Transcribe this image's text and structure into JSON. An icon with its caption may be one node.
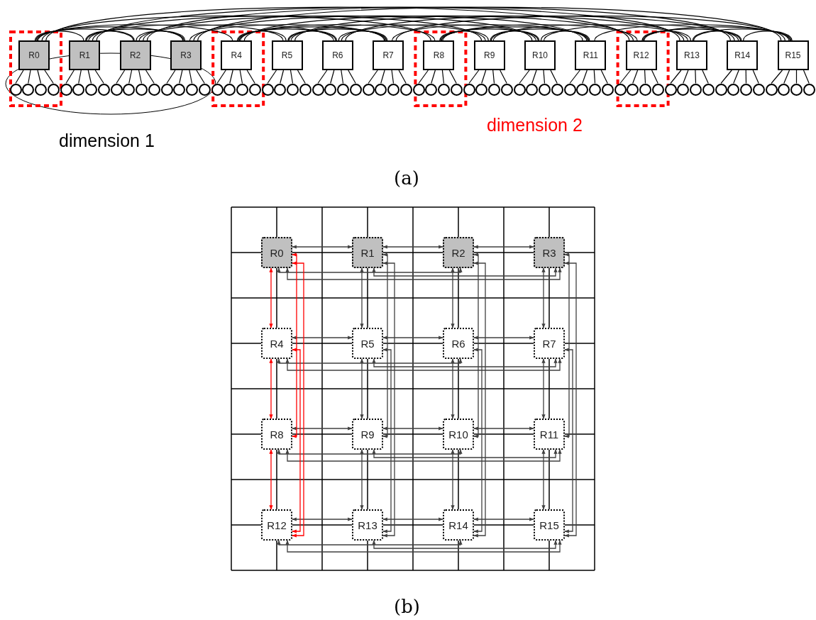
{
  "diagram": {
    "nodes": [
      {
        "text": [
          "R0"
        ]
      },
      {
        "text": [
          "R1"
        ]
      },
      {
        "text": [
          "R2"
        ]
      },
      {
        "text": [
          "R3"
        ]
      },
      {
        "text": [
          "R4"
        ]
      },
      {
        "text": [
          "R5"
        ]
      },
      {
        "text": [
          "R6"
        ]
      },
      {
        "text": [
          "R7"
        ]
      },
      {
        "text": [
          "R8"
        ]
      },
      {
        "text": [
          "R9"
        ]
      },
      {
        "text": [
          "R10"
        ]
      },
      {
        "text": [
          "R11"
        ]
      },
      {
        "text": [
          "R12"
        ]
      },
      {
        "text": [
          "R13"
        ]
      },
      {
        "text": [
          "R14"
        ]
      },
      {
        "text": [
          "R15"
        ]
      },
      {
        "text": [],
        "shape": "circle"
      },
      {
        "text": [],
        "shape": "circle"
      },
      {
        "text": [],
        "shape": "circle"
      },
      {
        "text": [],
        "shape": "circle"
      },
      {
        "text": [],
        "shape": "circle"
      },
      {
        "text": [],
        "shape": "circle"
      },
      {
        "text": [],
        "shape": "circle"
      },
      {
        "text": [],
        "shape": "circle"
      },
      {
        "text": [],
        "shape": "circle"
      },
      {
        "text": [],
        "shape": "circle"
      },
      {
        "text": [],
        "shape": "circle"
      },
      {
        "text": [],
        "shape": "circle"
      },
      {
        "text": [],
        "shape": "circle"
      },
      {
        "text": [],
        "shape": "circle"
      },
      {
        "text": [],
        "shape": "circle"
      },
      {
        "text": [],
        "shape": "circle"
      },
      {
        "text": [],
        "shape": "circle"
      },
      {
        "text": [],
        "shape": "circle"
      },
      {
        "text": [],
        "shape": "circle"
      },
      {
        "text": [],
        "shape": "circle"
      },
      {
        "text": [],
        "shape": "circle"
      },
      {
        "text": [],
        "shape": "circle"
      },
      {
        "text": [],
        "shape": "circle"
      },
      {
        "text": [],
        "shape": "circle"
      },
      {
        "text": [],
        "shape": "circle"
      },
      {
        "text": [],
        "shape": "circle"
      },
      {
        "text": [],
        "shape": "circle"
      },
      {
        "text": [],
        "shape": "circle"
      },
      {
        "text": [],
        "shape": "circle"
      },
      {
        "text": [],
        "shape": "circle"
      },
      {
        "text": [],
        "shape": "circle"
      },
      {
        "text": [],
        "shape": "circle"
      },
      {
        "text": [],
        "shape": "circle"
      },
      {
        "text": [],
        "shape": "circle"
      },
      {
        "text": [],
        "shape": "circle"
      },
      {
        "text": [],
        "shape": "circle"
      },
      {
        "text": [],
        "shape": "circle"
      },
      {
        "text": [],
        "shape": "circle"
      },
      {
        "text": [],
        "shape": "circle"
      },
      {
        "text": [],
        "shape": "circle"
      },
      {
        "text": [],
        "shape": "circle"
      },
      {
        "text": [],
        "shape": "circle"
      },
      {
        "text": [],
        "shape": "circle"
      },
      {
        "text": [],
        "shape": "circle"
      },
      {
        "text": [],
        "shape": "circle"
      },
      {
        "text": [],
        "shape": "circle"
      },
      {
        "text": [],
        "shape": "circle"
      },
      {
        "text": [],
        "shape": "circle"
      },
      {
        "text": [],
        "shape": "circle"
      },
      {
        "text": [],
        "shape": "circle"
      },
      {
        "text": [],
        "shape": "circle"
      },
      {
        "text": [],
        "shape": "circle"
      },
      {
        "text": [],
        "shape": "circle"
      },
      {
        "text": [],
        "shape": "circle"
      },
      {
        "text": [],
        "shape": "circle"
      },
      {
        "text": [],
        "shape": "circle"
      },
      {
        "text": [],
        "shape": "circle"
      },
      {
        "text": [],
        "shape": "circle"
      },
      {
        "text": [],
        "shape": "circle"
      },
      {
        "text": [],
        "shape": "circle"
      },
      {
        "text": [],
        "shape": "circle"
      },
      {
        "text": [],
        "shape": "circle"
      },
      {
        "text": [],
        "shape": "circle"
      },
      {
        "text": [],
        "shape": "circle"
      },
      {
        "text": [
          "R0"
        ]
      },
      {
        "text": [
          "R1"
        ]
      },
      {
        "text": [
          "R2"
        ]
      },
      {
        "text": [
          "R3"
        ]
      },
      {
        "text": [
          "R4"
        ]
      },
      {
        "text": [
          "R5"
        ]
      },
      {
        "text": [
          "R6"
        ]
      },
      {
        "text": [
          "R7"
        ]
      },
      {
        "text": [
          "R8"
        ]
      },
      {
        "text": [
          "R9"
        ]
      },
      {
        "text": [
          "R10"
        ]
      },
      {
        "text": [
          "R11"
        ]
      },
      {
        "text": [
          "R12"
        ]
      },
      {
        "text": [
          "R13"
        ]
      },
      {
        "text": [
          "R14"
        ]
      },
      {
        "text": [
          "R15"
        ]
      }
    ],
    "edges": [
      {
        "from": 0,
        "to": 1,
        "arrow": "none"
      },
      {
        "from": 0,
        "to": 2,
        "arrow": "none"
      },
      {
        "from": 0,
        "to": 3,
        "arrow": "none"
      },
      {
        "from": 1,
        "to": 2,
        "arrow": "none"
      },
      {
        "from": 1,
        "to": 3,
        "arrow": "none"
      },
      {
        "from": 2,
        "to": 3,
        "arrow": "none"
      },
      {
        "from": 4,
        "to": 5,
        "arrow": "none"
      },
      {
        "from": 4,
        "to": 6,
        "arrow": "none"
      },
      {
        "from": 4,
        "to": 7,
        "arrow": "none"
      },
      {
        "from": 5,
        "to": 6,
        "arrow": "none"
      },
      {
        "from": 5,
        "to": 7,
        "arrow": "none"
      },
      {
        "from": 6,
        "to": 7,
        "arrow": "none"
      },
      {
        "from": 8,
        "to": 9,
        "arrow": "none"
      },
      {
        "from": 8,
        "to": 10,
        "arrow": "none"
      },
      {
        "from": 8,
        "to": 11,
        "arrow": "none"
      },
      {
        "from": 9,
        "to": 10,
        "arrow": "none"
      },
      {
        "from": 9,
        "to": 11,
        "arrow": "none"
      },
      {
        "from": 10,
        "to": 11,
        "arrow": "none"
      },
      {
        "from": 12,
        "to": 13,
        "arrow": "none"
      },
      {
        "from": 12,
        "to": 14,
        "arrow": "none"
      },
      {
        "from": 12,
        "to": 15,
        "arrow": "none"
      },
      {
        "from": 13,
        "to": 14,
        "arrow": "none"
      },
      {
        "from": 13,
        "to": 15,
        "arrow": "none"
      },
      {
        "from": 14,
        "to": 15,
        "arrow": "none"
      },
      {
        "from": 0,
        "to": 4,
        "arrow": "none"
      },
      {
        "from": 0,
        "to": 8,
        "arrow": "none"
      },
      {
        "from": 0,
        "to": 12,
        "arrow": "none"
      },
      {
        "from": 4,
        "to": 8,
        "arrow": "none"
      },
      {
        "from": 4,
        "to": 12,
        "arrow": "none"
      },
      {
        "from": 8,
        "to": 12,
        "arrow": "none"
      },
      {
        "from": 1,
        "to": 5,
        "arrow": "none"
      },
      {
        "from": 1,
        "to": 9,
        "arrow": "none"
      },
      {
        "from": 1,
        "to": 13,
        "arrow": "none"
      },
      {
        "from": 5,
        "to": 9,
        "arrow": "none"
      },
      {
        "from": 5,
        "to": 13,
        "arrow": "none"
      },
      {
        "from": 9,
        "to": 13,
        "arrow": "none"
      },
      {
        "from": 2,
        "to": 6,
        "arrow": "none"
      },
      {
        "from": 2,
        "to": 10,
        "arrow": "none"
      },
      {
        "from": 2,
        "to": 14,
        "arrow": "none"
      },
      {
        "from": 6,
        "to": 10,
        "arrow": "none"
      },
      {
        "from": 6,
        "to": 14,
        "arrow": "none"
      },
      {
        "from": 10,
        "to": 14,
        "arrow": "none"
      },
      {
        "from": 3,
        "to": 7,
        "arrow": "none"
      },
      {
        "from": 3,
        "to": 11,
        "arrow": "none"
      },
      {
        "from": 3,
        "to": 15,
        "arrow": "none"
      },
      {
        "from": 7,
        "to": 11,
        "arrow": "none"
      },
      {
        "from": 7,
        "to": 15,
        "arrow": "none"
      },
      {
        "from": 11,
        "to": 15,
        "arrow": "none"
      },
      {
        "from": 0,
        "to": 16,
        "arrow": "none"
      },
      {
        "from": 0,
        "to": 17,
        "arrow": "none"
      },
      {
        "from": 0,
        "to": 18,
        "arrow": "none"
      },
      {
        "from": 0,
        "to": 19,
        "arrow": "none"
      },
      {
        "from": 1,
        "to": 20,
        "arrow": "none"
      },
      {
        "from": 1,
        "to": 21,
        "arrow": "none"
      },
      {
        "from": 1,
        "to": 22,
        "arrow": "none"
      },
      {
        "from": 1,
        "to": 23,
        "arrow": "none"
      },
      {
        "from": 2,
        "to": 24,
        "arrow": "none"
      },
      {
        "from": 2,
        "to": 25,
        "arrow": "none"
      },
      {
        "from": 2,
        "to": 26,
        "arrow": "none"
      },
      {
        "from": 2,
        "to": 27,
        "arrow": "none"
      },
      {
        "from": 3,
        "to": 28,
        "arrow": "none"
      },
      {
        "from": 3,
        "to": 29,
        "arrow": "none"
      },
      {
        "from": 3,
        "to": 30,
        "arrow": "none"
      },
      {
        "from": 3,
        "to": 31,
        "arrow": "none"
      },
      {
        "from": 4,
        "to": 32,
        "arrow": "none"
      },
      {
        "from": 4,
        "to": 33,
        "arrow": "none"
      },
      {
        "from": 4,
        "to": 34,
        "arrow": "none"
      },
      {
        "from": 4,
        "to": 35,
        "arrow": "none"
      },
      {
        "from": 5,
        "to": 36,
        "arrow": "none"
      },
      {
        "from": 5,
        "to": 37,
        "arrow": "none"
      },
      {
        "from": 5,
        "to": 38,
        "arrow": "none"
      },
      {
        "from": 5,
        "to": 39,
        "arrow": "none"
      },
      {
        "from": 6,
        "to": 40,
        "arrow": "none"
      },
      {
        "from": 6,
        "to": 41,
        "arrow": "none"
      },
      {
        "from": 6,
        "to": 42,
        "arrow": "none"
      },
      {
        "from": 6,
        "to": 43,
        "arrow": "none"
      },
      {
        "from": 7,
        "to": 44,
        "arrow": "none"
      },
      {
        "from": 7,
        "to": 45,
        "arrow": "none"
      },
      {
        "from": 7,
        "to": 46,
        "arrow": "none"
      },
      {
        "from": 7,
        "to": 47,
        "arrow": "none"
      },
      {
        "from": 8,
        "to": 48,
        "arrow": "none"
      },
      {
        "from": 8,
        "to": 49,
        "arrow": "none"
      },
      {
        "from": 8,
        "to": 50,
        "arrow": "none"
      },
      {
        "from": 8,
        "to": 51,
        "arrow": "none"
      },
      {
        "from": 9,
        "to": 52,
        "arrow": "none"
      },
      {
        "from": 9,
        "to": 53,
        "arrow": "none"
      },
      {
        "from": 9,
        "to": 54,
        "arrow": "none"
      },
      {
        "from": 9,
        "to": 55,
        "arrow": "none"
      },
      {
        "from": 10,
        "to": 56,
        "arrow": "none"
      },
      {
        "from": 10,
        "to": 57,
        "arrow": "none"
      },
      {
        "from": 10,
        "to": 58,
        "arrow": "none"
      },
      {
        "from": 10,
        "to": 59,
        "arrow": "none"
      },
      {
        "from": 11,
        "to": 60,
        "arrow": "none"
      },
      {
        "from": 11,
        "to": 61,
        "arrow": "none"
      },
      {
        "from": 11,
        "to": 62,
        "arrow": "none"
      },
      {
        "from": 11,
        "to": 63,
        "arrow": "none"
      },
      {
        "from": 12,
        "to": 64,
        "arrow": "none"
      },
      {
        "from": 12,
        "to": 65,
        "arrow": "none"
      },
      {
        "from": 12,
        "to": 66,
        "arrow": "none"
      },
      {
        "from": 12,
        "to": 67,
        "arrow": "none"
      },
      {
        "from": 13,
        "to": 68,
        "arrow": "none"
      },
      {
        "from": 13,
        "to": 69,
        "arrow": "none"
      },
      {
        "from": 13,
        "to": 70,
        "arrow": "none"
      },
      {
        "from": 13,
        "to": 71,
        "arrow": "none"
      },
      {
        "from": 14,
        "to": 72,
        "arrow": "none"
      },
      {
        "from": 14,
        "to": 73,
        "arrow": "none"
      },
      {
        "from": 14,
        "to": 74,
        "arrow": "none"
      },
      {
        "from": 14,
        "to": 75,
        "arrow": "none"
      },
      {
        "from": 15,
        "to": 76,
        "arrow": "none"
      },
      {
        "from": 15,
        "to": 77,
        "arrow": "none"
      },
      {
        "from": 15,
        "to": 78,
        "arrow": "none"
      },
      {
        "from": 15,
        "to": 79,
        "arrow": "none"
      },
      {
        "from": 80,
        "to": 81,
        "arrow": "both"
      },
      {
        "from": 80,
        "to": 82,
        "arrow": "both"
      },
      {
        "from": 80,
        "to": 83,
        "arrow": "both"
      },
      {
        "from": 81,
        "to": 82,
        "arrow": "both"
      },
      {
        "from": 81,
        "to": 83,
        "arrow": "both"
      },
      {
        "from": 82,
        "to": 83,
        "arrow": "both"
      },
      {
        "from": 84,
        "to": 85,
        "arrow": "both"
      },
      {
        "from": 84,
        "to": 86,
        "arrow": "both"
      },
      {
        "from": 84,
        "to": 87,
        "arrow": "both"
      },
      {
        "from": 85,
        "to": 86,
        "arrow": "both"
      },
      {
        "from": 85,
        "to": 87,
        "arrow": "both"
      },
      {
        "from": 86,
        "to": 87,
        "arrow": "both"
      },
      {
        "from": 88,
        "to": 89,
        "arrow": "both"
      },
      {
        "from": 88,
        "to": 90,
        "arrow": "both"
      },
      {
        "from": 88,
        "to": 91,
        "arrow": "both"
      },
      {
        "from": 89,
        "to": 90,
        "arrow": "both"
      },
      {
        "from": 89,
        "to": 91,
        "arrow": "both"
      },
      {
        "from": 90,
        "to": 91,
        "arrow": "both"
      },
      {
        "from": 92,
        "to": 93,
        "arrow": "both"
      },
      {
        "from": 92,
        "to": 94,
        "arrow": "both"
      },
      {
        "from": 92,
        "to": 95,
        "arrow": "both"
      },
      {
        "from": 93,
        "to": 94,
        "arrow": "both"
      },
      {
        "from": 93,
        "to": 95,
        "arrow": "both"
      },
      {
        "from": 94,
        "to": 95,
        "arrow": "both"
      },
      {
        "from": 80,
        "to": 84,
        "arrow": "both",
        "color": "#ff0000"
      },
      {
        "from": 80,
        "to": 88,
        "arrow": "both",
        "color": "#ff0000"
      },
      {
        "from": 80,
        "to": 92,
        "arrow": "both",
        "color": "#ff0000"
      },
      {
        "from": 84,
        "to": 88,
        "arrow": "both",
        "color": "#ff0000"
      },
      {
        "from": 84,
        "to": 92,
        "arrow": "both",
        "color": "#ff0000"
      },
      {
        "from": 88,
        "to": 92,
        "arrow": "both",
        "color": "#ff0000"
      },
      {
        "from": 81,
        "to": 85,
        "arrow": "both"
      },
      {
        "from": 81,
        "to": 89,
        "arrow": "both"
      },
      {
        "from": 81,
        "to": 93,
        "arrow": "both"
      },
      {
        "from": 85,
        "to": 89,
        "arrow": "both"
      },
      {
        "from": 85,
        "to": 93,
        "arrow": "both"
      },
      {
        "from": 89,
        "to": 93,
        "arrow": "both"
      },
      {
        "from": 82,
        "to": 86,
        "arrow": "both"
      },
      {
        "from": 82,
        "to": 90,
        "arrow": "both"
      },
      {
        "from": 82,
        "to": 94,
        "arrow": "both"
      },
      {
        "from": 86,
        "to": 90,
        "arrow": "both"
      },
      {
        "from": 86,
        "to": 94,
        "arrow": "both"
      },
      {
        "from": 90,
        "to": 94,
        "arrow": "both"
      },
      {
        "from": 83,
        "to": 87,
        "arrow": "both"
      },
      {
        "from": 83,
        "to": 91,
        "arrow": "both"
      },
      {
        "from": 83,
        "to": 95,
        "arrow": "both"
      },
      {
        "from": 87,
        "to": 91,
        "arrow": "both"
      },
      {
        "from": 87,
        "to": 95,
        "arrow": "both"
      },
      {
        "from": 91,
        "to": 95,
        "arrow": "both"
      }
    ],
    "labels": [
      "dimension 1",
      "dimension 2",
      "(a)",
      "(b)"
    ]
  }
}
